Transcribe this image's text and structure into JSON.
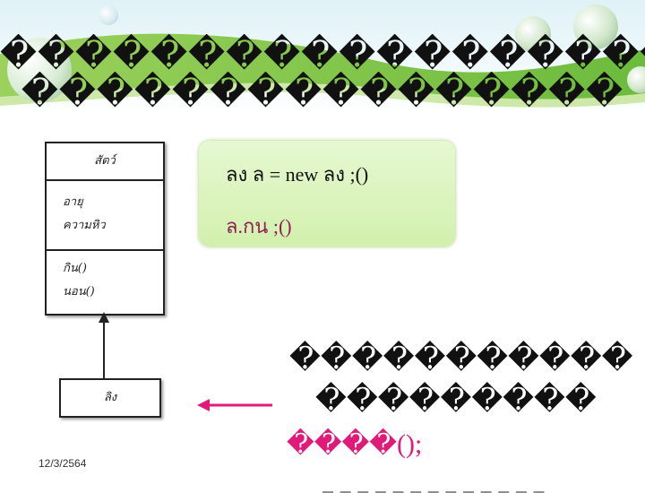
{
  "slide": {
    "title_line1": "��������������������",
    "title_line2": "����������������",
    "date": "12/3/2564"
  },
  "uml": {
    "class_name": "สัตว์",
    "attributes": [
      "อายุ",
      "ความหิว"
    ],
    "methods": [
      "กิน()",
      "นอน()"
    ],
    "child_class": "ลิง"
  },
  "code": {
    "line1": "ลง   ล = new ลง   ;()",
    "line2": "ล.กน   ;()"
  },
  "bottom_text": {
    "line1": "�����������",
    "line2": "���������",
    "line3_boxes": "����",
    "line3_code": "();",
    "line4": "_ _ _ _ _ _ _ _ _ _ _ _ _"
  },
  "colors": {
    "code_line2": "#8e1f55",
    "bottom_line3": "#e11a7a",
    "arrow": "#e11a7a",
    "header_green": "#7fc34a"
  }
}
